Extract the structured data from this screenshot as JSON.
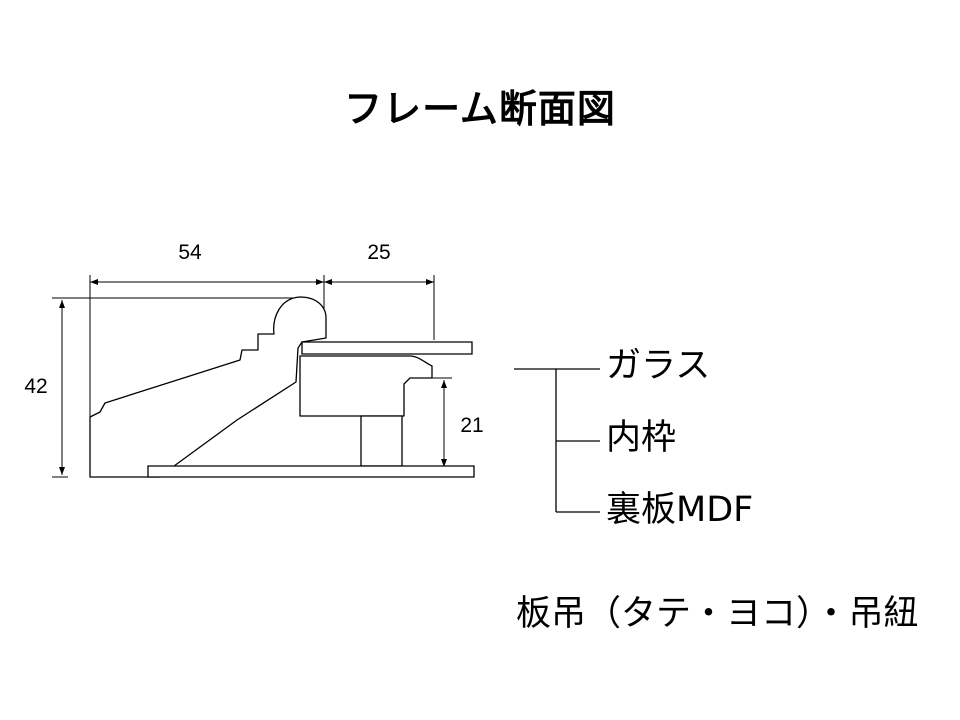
{
  "title": "フレーム断面図",
  "dimensions": {
    "width_moulding": "54",
    "width_rebate": "25",
    "height_total": "42",
    "height_rebate": "21"
  },
  "legend": [
    {
      "label": "ガラス"
    },
    {
      "label": "内枠"
    },
    {
      "label": "裏板MDF"
    }
  ],
  "footer": "板吊（タテ・ヨコ）・吊紐",
  "colors": {
    "line": "#000000",
    "profile_fill": "#ffffff",
    "background": "#ffffff"
  }
}
